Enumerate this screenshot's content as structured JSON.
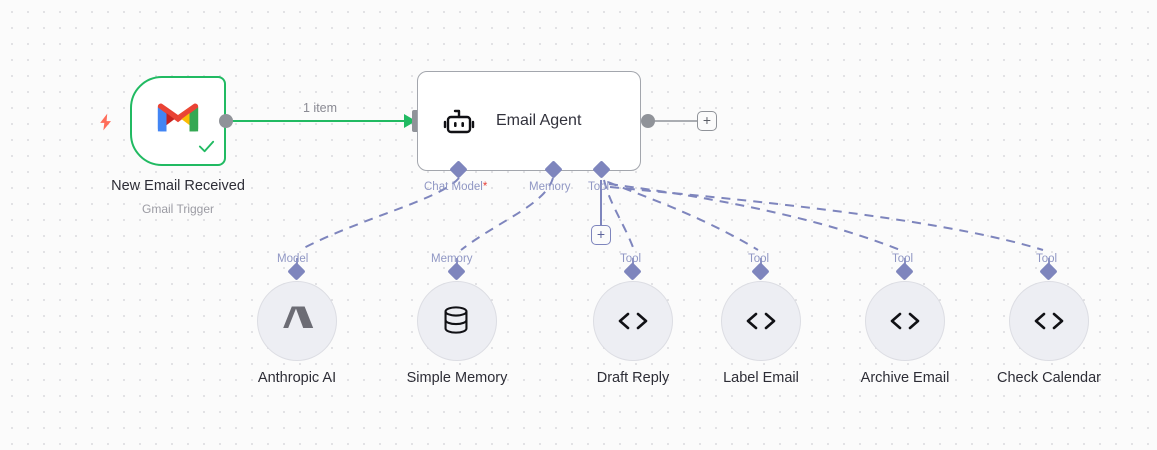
{
  "canvas": {
    "background_color": "#fbfbfb",
    "grid_dot_color": "#d9d9de"
  },
  "colors": {
    "trigger_border": "#21ba62",
    "connection_main": "#21ba62",
    "connection_sub": "#7e85bd",
    "port_diamond": "#7e85bd",
    "port_label": "#9097c4",
    "required_asterisk": "#e8403a",
    "bolt": "#ff6d5a",
    "agent_border": "#a3a6ad",
    "subnode_fill": "#edeef3"
  },
  "trigger_node": {
    "title": "New Email Received",
    "subtitle": "Gmail Trigger",
    "icon": "gmail-icon",
    "status_icon": "check-icon",
    "bolt_icon": "lightning-bolt-icon"
  },
  "main_connection": {
    "label": "1 item"
  },
  "agent_node": {
    "title": "Email Agent",
    "icon": "robot-icon",
    "output_plus_label": "+",
    "ports": [
      {
        "name": "Chat Model",
        "required": true,
        "required_marker": "*"
      },
      {
        "name": "Memory",
        "required": false,
        "required_marker": ""
      },
      {
        "name": "Tool",
        "required": false,
        "required_marker": ""
      }
    ],
    "tool_add_plus_label": "+"
  },
  "sub_nodes": [
    {
      "caption": "Anthropic AI",
      "port_label": "Model",
      "icon": "anthropic-logo-icon"
    },
    {
      "caption": "Simple Memory",
      "port_label": "Memory",
      "icon": "database-icon"
    },
    {
      "caption": "Draft Reply",
      "port_label": "Tool",
      "icon": "code-icon"
    },
    {
      "caption": "Label Email",
      "port_label": "Tool",
      "icon": "code-icon"
    },
    {
      "caption": "Archive Email",
      "port_label": "Tool",
      "icon": "code-icon"
    },
    {
      "caption": "Check Calendar",
      "port_label": "Tool",
      "icon": "code-icon"
    }
  ]
}
